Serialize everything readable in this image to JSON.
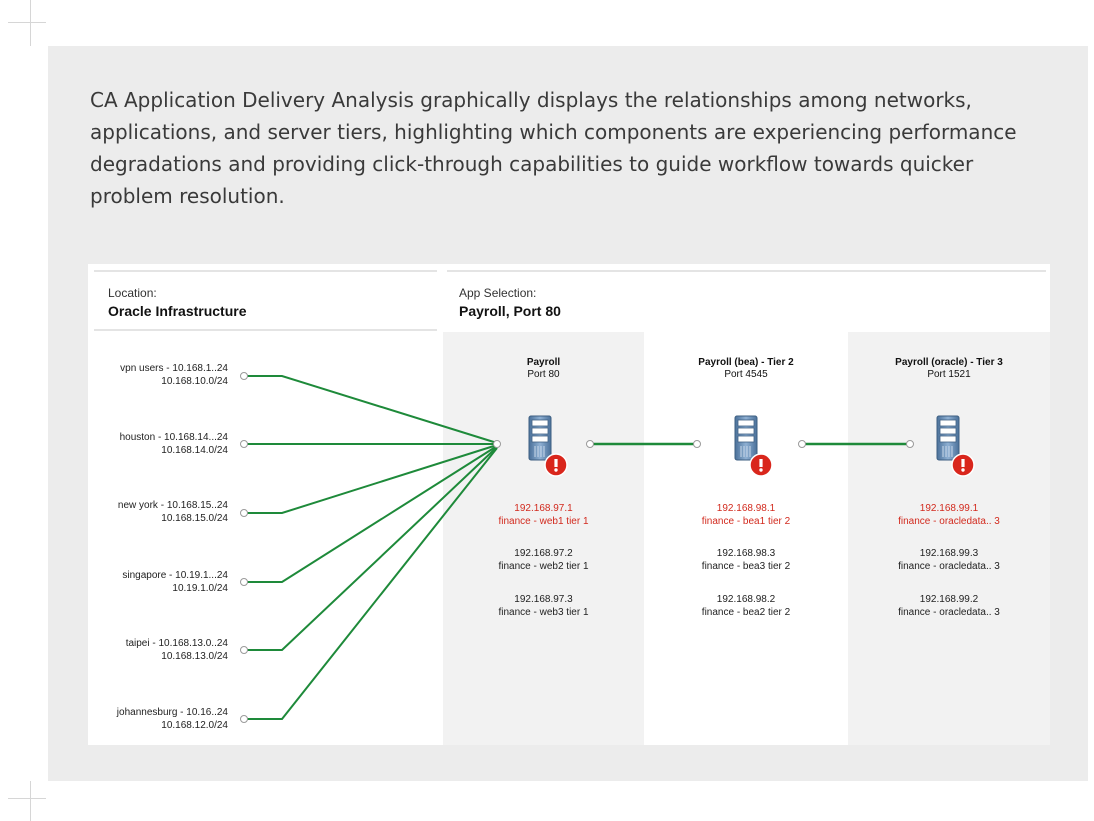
{
  "caption": "CA Application Delivery Analysis graphically displays the relationships among networks, applications, and server tiers, highlighting which components are experiencing performance degradations and providing click-through capabilities to guide workflow towards quicker problem resolution.",
  "location": {
    "label": "Location:",
    "value": "Oracle Infrastructure"
  },
  "app_selection": {
    "label": "App Selection:",
    "value": "Payroll, Port 80"
  },
  "locations": [
    {
      "name": "vpn users - 10.168.1..24",
      "subnet": "10.168.10.0/24"
    },
    {
      "name": "houston - 10.168.14...24",
      "subnet": "10.168.14.0/24"
    },
    {
      "name": "new york - 10.168.15..24",
      "subnet": "10.168.15.0/24"
    },
    {
      "name": "singapore - 10.19.1...24",
      "subnet": "10.19.1.0/24"
    },
    {
      "name": "taipei - 10.168.13.0..24",
      "subnet": "10.168.13.0/24"
    },
    {
      "name": "johannesburg - 10.16..24",
      "subnet": "10.168.12.0/24"
    }
  ],
  "tiers": [
    {
      "title": "Payroll",
      "port": "Port 80",
      "servers": [
        {
          "ip": "192.168.97.1",
          "name": "finance - web1 tier 1",
          "alert": true
        },
        {
          "ip": "192.168.97.2",
          "name": "finance - web2 tier 1",
          "alert": false
        },
        {
          "ip": "192.168.97.3",
          "name": "finance - web3 tier 1",
          "alert": false
        }
      ]
    },
    {
      "title": "Payroll (bea) - Tier 2",
      "port": "Port 4545",
      "servers": [
        {
          "ip": "192.168.98.1",
          "name": "finance - bea1 tier 2",
          "alert": true
        },
        {
          "ip": "192.168.98.3",
          "name": "finance - bea3 tier 2",
          "alert": false
        },
        {
          "ip": "192.168.98.2",
          "name": "finance - bea2 tier 2",
          "alert": false
        }
      ]
    },
    {
      "title": "Payroll (oracle) - Tier 3",
      "port": "Port 1521",
      "servers": [
        {
          "ip": "192.168.99.1",
          "name": "finance - oracledata.. 3",
          "alert": true
        },
        {
          "ip": "192.168.99.3",
          "name": "finance - oracledata.. 3",
          "alert": false
        },
        {
          "ip": "192.168.99.2",
          "name": "finance - oracledata.. 3",
          "alert": false
        }
      ]
    }
  ],
  "colors": {
    "link": "#1e8a3a",
    "alert_text": "#d22a1e",
    "alert_badge": "#d9261c",
    "server": "#5f85ad"
  },
  "icons": {
    "server": "server-icon",
    "alert": "alert-badge-icon"
  }
}
